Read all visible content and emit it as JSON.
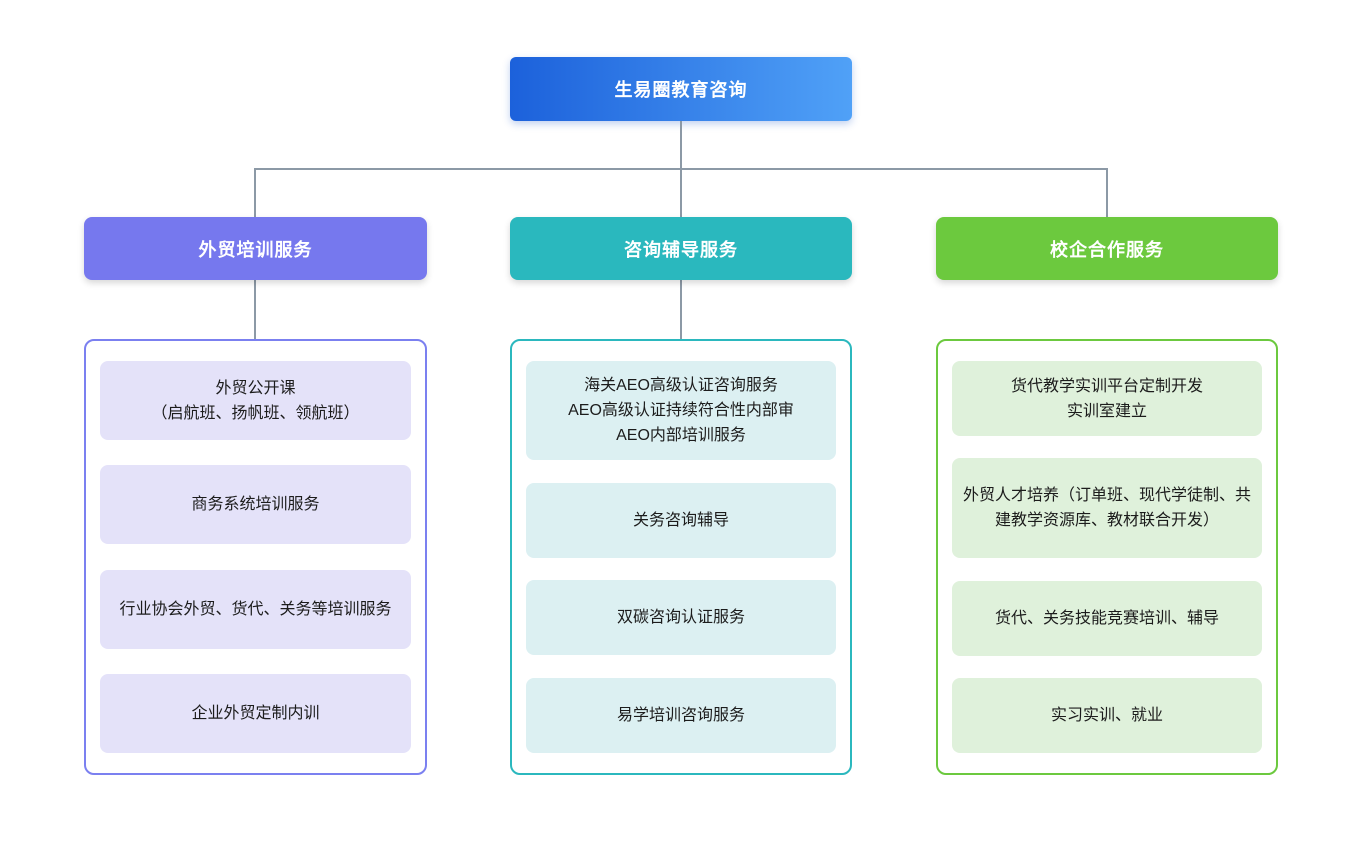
{
  "root": {
    "label": "生易圈教育咨询"
  },
  "branches": [
    {
      "label": "外贸培训服务",
      "accent": "#7678EE",
      "item_bg": "#E4E2F9",
      "items": [
        "外贸公开课\n（启航班、扬帆班、领航班）",
        "商务系统培训服务",
        "行业协会外贸、货代、关务等培训服务",
        "企业外贸定制内训"
      ]
    },
    {
      "label": "咨询辅导服务",
      "accent": "#2AB8BE",
      "item_bg": "#DCF0F2",
      "items": [
        "海关AEO高级认证咨询服务\nAEO高级认证持续符合性内部审\nAEO内部培训服务",
        "关务咨询辅导",
        "双碳咨询认证服务",
        "易学培训咨询服务"
      ]
    },
    {
      "label": "校企合作服务",
      "accent": "#6CC93E",
      "item_bg": "#DFF1DB",
      "items": [
        "货代教学实训平台定制开发\n实训室建立",
        "外贸人才培养（订单班、现代学徒制、共建教学资源库、教材联合开发）",
        "货代、关务技能竞赛培训、辅导",
        "实习实训、就业"
      ]
    }
  ],
  "colors": {
    "connector": "#8C99A6",
    "root_gradient_start": "#1C61DB",
    "root_gradient_end": "#50A1F7"
  }
}
